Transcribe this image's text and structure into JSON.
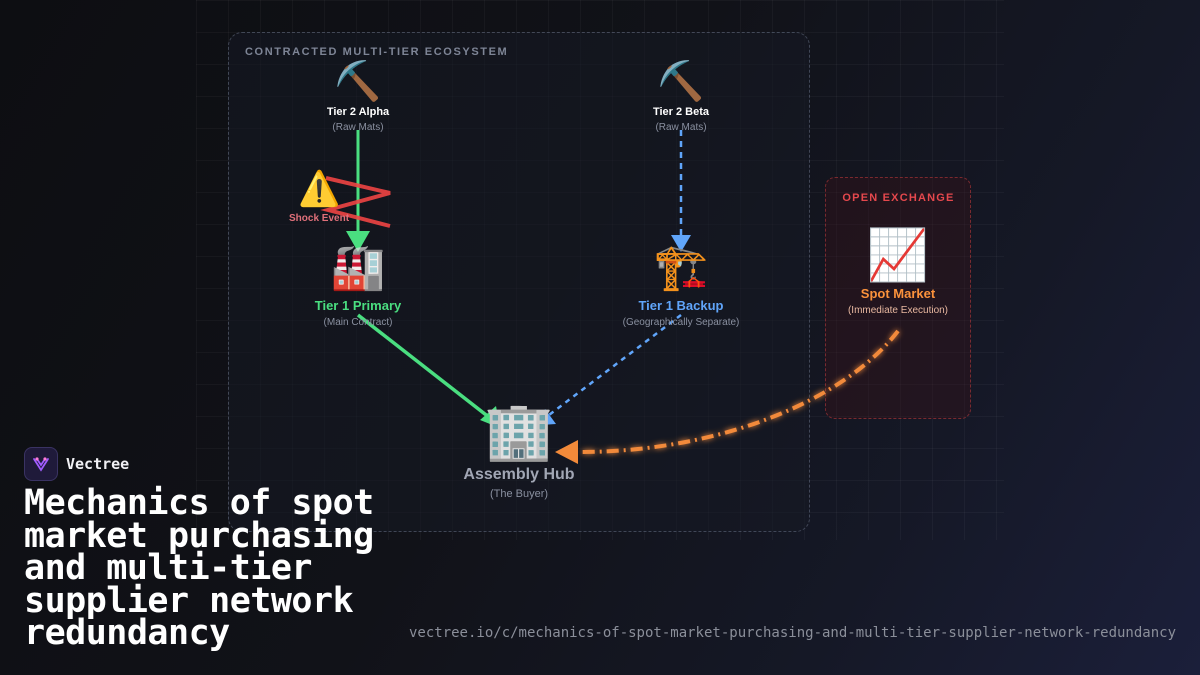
{
  "ecosystem": {
    "label": "CONTRACTED MULTI-TIER ECOSYSTEM"
  },
  "exchange": {
    "label": "OPEN EXCHANGE"
  },
  "nodes": {
    "tier2_alpha": {
      "label": "Tier 2 Alpha",
      "sub": "(Raw Mats)",
      "icon": "pick-icon",
      "glyph": "⛏️"
    },
    "tier2_beta": {
      "label": "Tier 2 Beta",
      "sub": "(Raw Mats)",
      "icon": "pick-icon",
      "glyph": "⛏️"
    },
    "tier1_primary": {
      "label": "Tier 1 Primary",
      "sub": "(Main Contract)",
      "icon": "factory-icon",
      "glyph": "🏭",
      "color": "#4ade80"
    },
    "tier1_backup": {
      "label": "Tier 1 Backup",
      "sub": "(Geographically Separate)",
      "icon": "crane-icon",
      "glyph": "🏗️",
      "color": "#60a5fa"
    },
    "assembly_hub": {
      "label": "Assembly Hub",
      "sub": "(The Buyer)",
      "icon": "office-building-icon",
      "glyph": "🏢",
      "color": "#a1a6b4"
    },
    "spot_market": {
      "label": "Spot Market",
      "sub": "(Immediate Execution)",
      "icon": "chart-increasing-icon",
      "glyph": "📈",
      "color": "#fb923c"
    }
  },
  "shock": {
    "label": "Shock Event",
    "icon": "warning-icon",
    "glyph": "⚠️",
    "color": "#ef4444"
  },
  "edge_colors": {
    "primary": "#4ade80",
    "backup": "#60a5fa",
    "spot": "#f28a3a"
  },
  "brand": {
    "name": "Vectree"
  },
  "headline": "Mechanics of spot market purchasing and multi-tier supplier network redundancy",
  "url": "vectree.io/c/mechanics-of-spot-market-purchasing-and-multi-tier-supplier-network-redundancy"
}
